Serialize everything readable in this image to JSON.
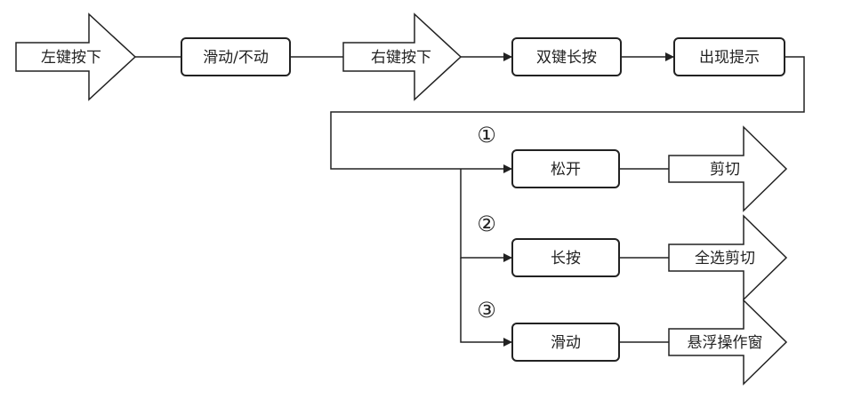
{
  "diagram": {
    "nodes": {
      "left_press": "左键按下",
      "move_or_still": "滑动/不动",
      "right_press": "右键按下",
      "dual_long_press": "双键长按",
      "show_hint": "出现提示",
      "release": "松开",
      "long_press": "长按",
      "slide": "滑动"
    },
    "results": {
      "cut": "剪切",
      "select_all_cut": "全选剪切",
      "floating_window": "悬浮操作窗"
    },
    "branch_numbers": [
      "①",
      "②",
      "③"
    ]
  }
}
